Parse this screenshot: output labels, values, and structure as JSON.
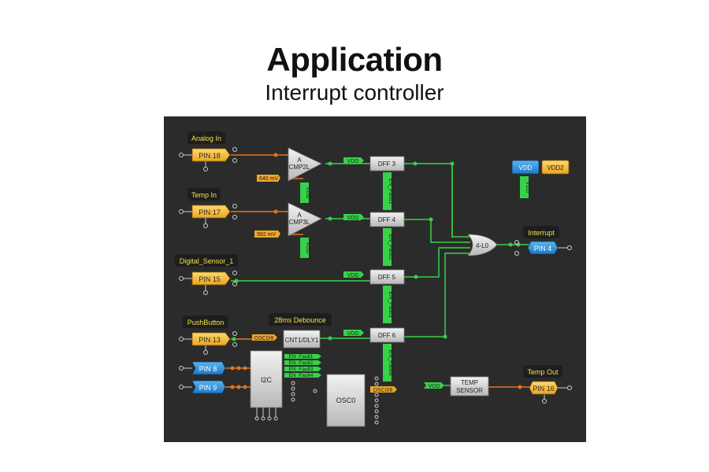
{
  "header": {
    "title": "Application",
    "subtitle": "Interrupt controller"
  },
  "colors": {
    "background": "#2b2b2b",
    "pin_orange": "#f5b93b",
    "pin_blue": "#2f8fd8",
    "wire_green": "#37d14a",
    "wire_orange": "#e7731c",
    "block_gray": "#d9d9d9"
  },
  "labels": {
    "analog_in": "Analog In",
    "temp_in": "Temp In",
    "digital_sensor": "Digital_Sensor_1",
    "pushbutton": "PushButton",
    "debounce": "28ms Debounce",
    "interrupt": "Interrupt",
    "temp_out": "Temp Out"
  },
  "pins": {
    "pin18": "PIN 18",
    "pin17": "PIN 17",
    "pin15": "PIN 15",
    "pin13": "PIN 13",
    "pin8": "PIN 8",
    "pin9": "PIN 9",
    "pin4": "PIN 4",
    "pin16": "PIN 16"
  },
  "blocks": {
    "cmp2_a": "A",
    "cmp2_name": "CMP2L",
    "cmp3_a": "A",
    "cmp3_name": "CMP3L",
    "dff3": "DFF 3",
    "dff4": "DFF 4",
    "dff5": "DFF 5",
    "dff6": "DFF 6",
    "lut": "4-L0",
    "cnt": "CNT1/DLY1",
    "i2c": "I2C",
    "osc0": "OSC0",
    "temp_sensor_1": "TEMP",
    "temp_sensor_2": "SENSOR"
  },
  "tags": {
    "vref1": "640 mV",
    "vref2": "992 mV",
    "vdd": "VDD",
    "vdd2": "VDD2",
    "vdd_rot": "VDD",
    "osc8_a": "OSC0/8",
    "osc8_b": "OSC0/8",
    "en_fault1": "EN_Fault1",
    "en_fault2": "EN_Fault2",
    "en_fault3": "EN_Fault3",
    "en_fault4": "EN_Fault4"
  }
}
